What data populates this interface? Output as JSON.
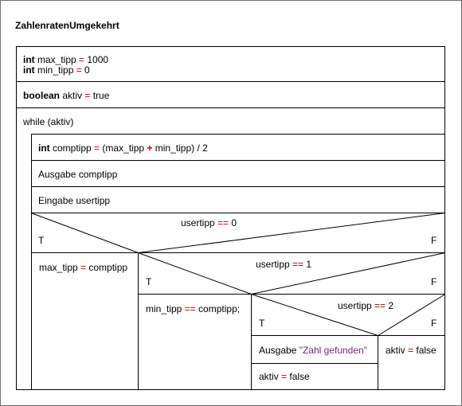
{
  "title": "ZahlenratenUmgekehrt",
  "colors": {
    "operator": "#b00000",
    "string": "#7a1e7a",
    "border": "#000000"
  },
  "blocks": {
    "decl1": {
      "line1": {
        "kw": "int",
        "rest_before": " max_tipp ",
        "op": "=",
        "rest_after": " 1000"
      },
      "line2": {
        "kw": "int",
        "rest_before": " min_tipp ",
        "op": "=",
        "rest_after": " 0"
      }
    },
    "decl2": {
      "kw": "boolean",
      "rest_before": " aktiv ",
      "op": "=",
      "rest_after": " true"
    },
    "loop": {
      "header": "while (aktiv)"
    },
    "body": {
      "calc": {
        "kw": "int",
        "rest1": " comptipp ",
        "op1": "=",
        "rest2": " (max_tipp ",
        "op2": "+",
        "rest3": " min_tipp) / 2"
      },
      "output": "Ausgabe comptipp",
      "input": "Eingabe usertipp"
    },
    "if1": {
      "condition_a": "usertipp ",
      "condition_op": "==",
      "condition_b": " 0",
      "true_label": "T",
      "false_label": "F",
      "true_branch": {
        "a": "max_tipp ",
        "op": "=",
        "b": " comptipp"
      }
    },
    "if2": {
      "condition_a": "usertipp ",
      "condition_op": "==",
      "condition_b": " 1",
      "true_label": "T",
      "false_label": "F",
      "true_branch": {
        "a": "min_tipp ",
        "op": "==",
        "b": " comptipp;"
      }
    },
    "if3": {
      "condition_a": "usertipp ",
      "condition_op": "==",
      "condition_b": " 2",
      "true_label": "T",
      "false_label": "F",
      "true_output": {
        "a": "Ausgabe ",
        "str": "\"Zahl gefunden\""
      },
      "true_assign": {
        "a": "aktiv ",
        "op": "=",
        "b": " false"
      },
      "false_assign": {
        "a": "aktiv ",
        "op": "=",
        "b": " false"
      }
    }
  }
}
